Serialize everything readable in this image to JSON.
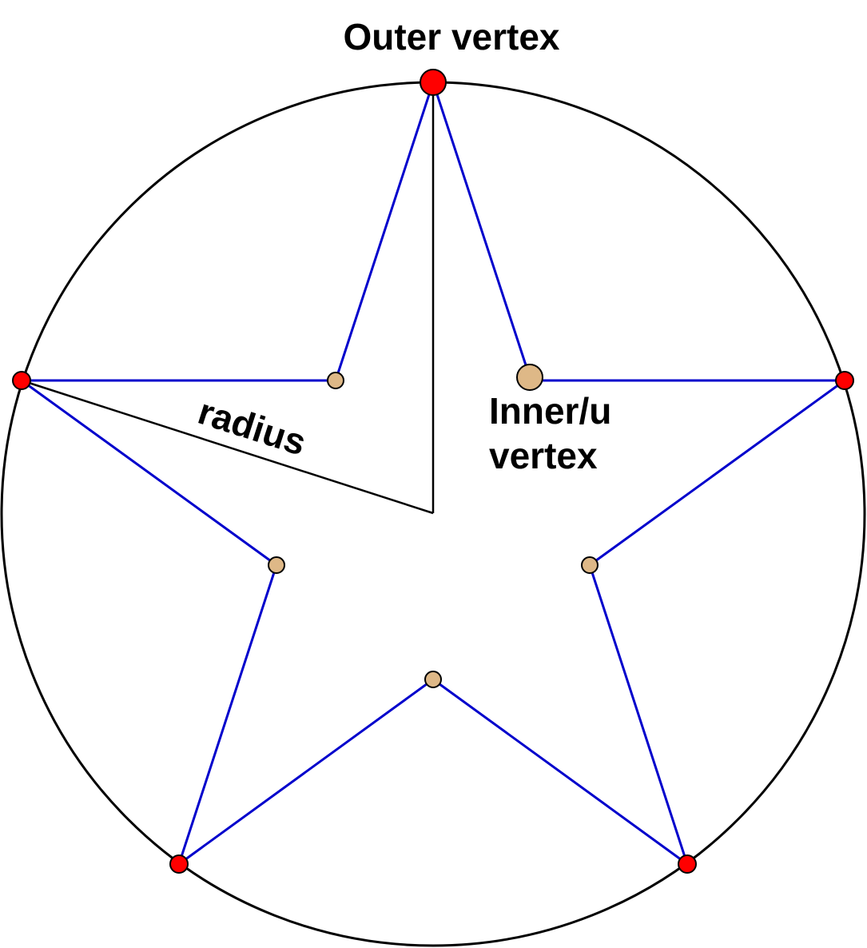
{
  "labels": {
    "outer_vertex": "Outer vertex",
    "inner_vertex_line1": "Inner/u",
    "inner_vertex_line2": "vertex",
    "radius": "radius"
  },
  "colors": {
    "circle": "#000000",
    "star_edges": "#0000cc",
    "radius_line": "#000000",
    "outer_vertex_fill": "#ff0000",
    "inner_vertex_fill": "#deb887",
    "point_stroke": "#000000"
  }
}
